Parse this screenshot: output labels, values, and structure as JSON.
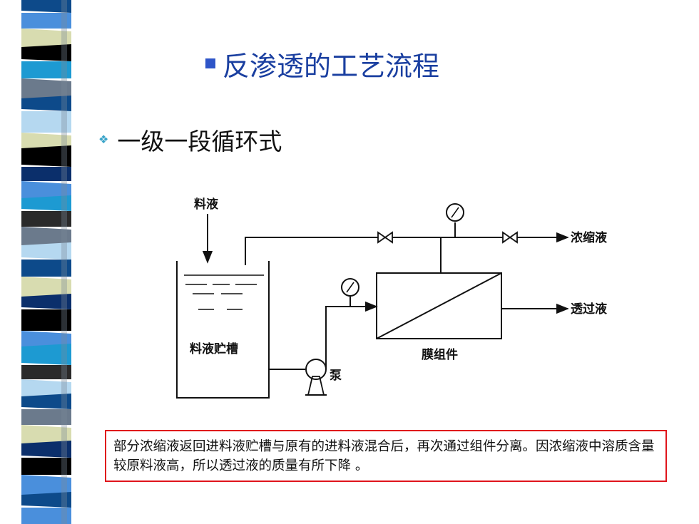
{
  "slide": {
    "title": "反渗透的工艺流程",
    "bullet": "一级一段循环式",
    "note": "部分浓缩液返回进料液贮槽与原有的进料液混合后，再次通过组件分离。因浓缩液中溶质含量较原料液高，所以透过液的质量有所下降 。"
  },
  "diagram": {
    "labels": {
      "feed": "料液",
      "tank": "料液贮槽",
      "pump": "泵",
      "module": "膜组件",
      "concentrate": "浓缩液",
      "permeate": "透过液"
    }
  },
  "colors": {
    "title": "#1a3fa0",
    "bullet_icon": "#39a4c9",
    "note_border": "#e0141b",
    "stripe_palette": [
      "#0d4a8a",
      "#4a8fdc",
      "#d8dcb0",
      "#1d9ad2",
      "#000000",
      "#6b7a8c",
      "#b5d8f0",
      "#0b2f6b",
      "#2a2a2a"
    ]
  }
}
